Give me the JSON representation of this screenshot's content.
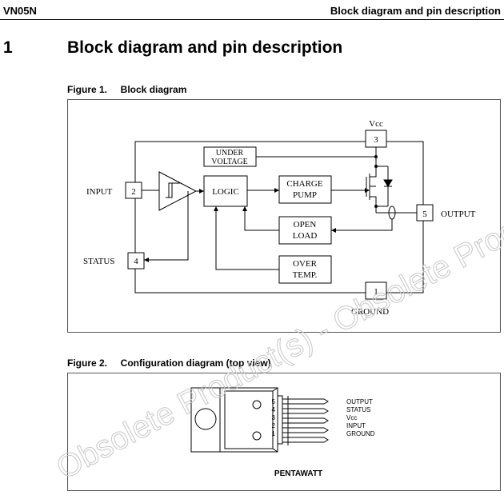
{
  "header": {
    "left": "VN05N",
    "right": "Block diagram and pin description"
  },
  "section": {
    "number": "1",
    "title": "Block diagram and pin description"
  },
  "figure1": {
    "caption": "Figure 1.     Block diagram",
    "vcc": "Vcc",
    "under_voltage_1": "UNDER",
    "under_voltage_2": "VOLTAGE",
    "input_label": "INPUT",
    "logic": "LOGIC",
    "charge_pump_1": "CHARGE",
    "charge_pump_2": "PUMP",
    "open_load_1": "OPEN",
    "open_load_2": "LOAD",
    "over_temp_1": "OVER",
    "over_temp_2": "TEMP.",
    "status_label": "STATUS",
    "output_label": "OUTPUT",
    "ground_label": "GROUND",
    "pin_input": "2",
    "pin_vcc": "3",
    "pin_status": "4",
    "pin_output": "5",
    "pin_ground": "1"
  },
  "figure2": {
    "caption": "Figure 2.     Configuration diagram (top view)",
    "package": "PENTAWATT",
    "pins": [
      {
        "num": "5",
        "name": "OUTPUT"
      },
      {
        "num": "4",
        "name": "STATUS"
      },
      {
        "num": "3",
        "name": "Vcc"
      },
      {
        "num": "2",
        "name": "INPUT"
      },
      {
        "num": "1",
        "name": "GROUND"
      }
    ]
  },
  "watermark": "Obsolete Product(s) - Obsolete Product(s)"
}
